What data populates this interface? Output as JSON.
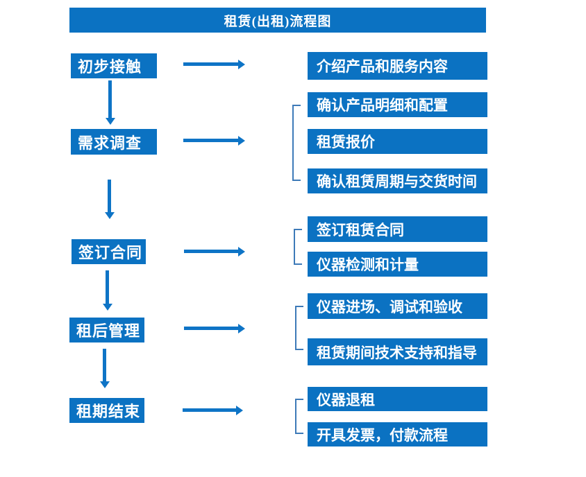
{
  "title": "租赁(出租)流程图",
  "colors": {
    "primary_blue": "#0b72c2",
    "arrow_blue": "#0e74c6",
    "bracket_blue": "#3d7ab8",
    "text_white": "#ffffff",
    "background": "#ffffff"
  },
  "steps": [
    {
      "label": "初步接触",
      "details": [
        "介绍产品和服务内容"
      ]
    },
    {
      "label": "需求调查",
      "details": [
        "确认产品明细和配置",
        "租赁报价",
        "确认租赁周期与交货时间"
      ]
    },
    {
      "label": "签订合同",
      "details": [
        "签订租赁合同",
        "仪器检测和计量"
      ]
    },
    {
      "label": "租后管理",
      "details": [
        "仪器进场、调试和验收",
        "租赁期间技术支持和指导"
      ]
    },
    {
      "label": "租期结束",
      "details": [
        "仪器退租",
        "开具发票，付款流程"
      ]
    }
  ]
}
